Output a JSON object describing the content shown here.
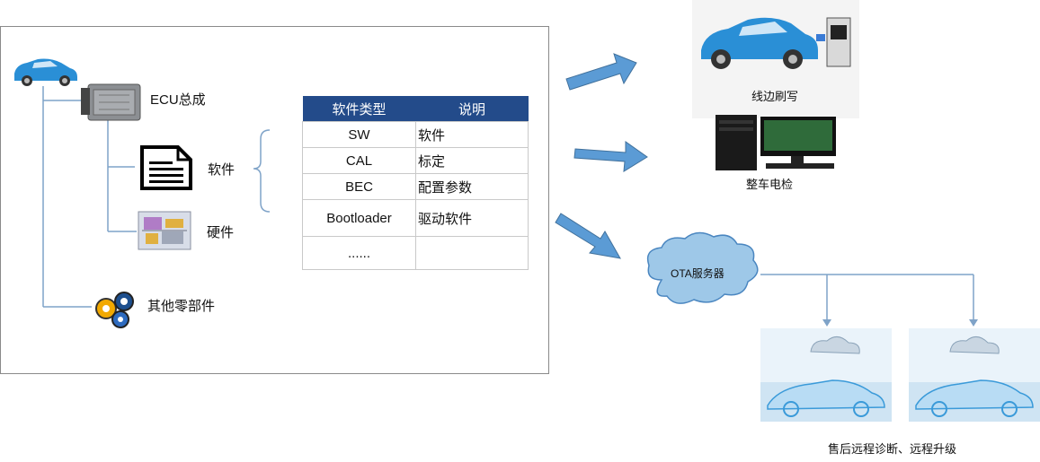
{
  "ecu_label": "ECU总成",
  "software_label": "软件",
  "hardware_label": "硬件",
  "other_parts_label": "其他零部件",
  "table": {
    "headers": [
      "软件类型",
      "说明"
    ],
    "rows": [
      [
        "SW",
        "软件"
      ],
      [
        "CAL",
        "标定"
      ],
      [
        "BEC",
        "配置参数"
      ],
      [
        "Bootloader",
        "驱动软件"
      ],
      [
        "......",
        ""
      ]
    ]
  },
  "targets": {
    "line_flash": "线边刷写",
    "vehicle_test": "整车电检",
    "ota_server": "OTA服务器",
    "after_sales": "售后远程诊断、远程升级"
  },
  "colors": {
    "table_header": "#234b8a",
    "arrow": "#5b9bd5",
    "cloud": "#9ec8e8"
  }
}
